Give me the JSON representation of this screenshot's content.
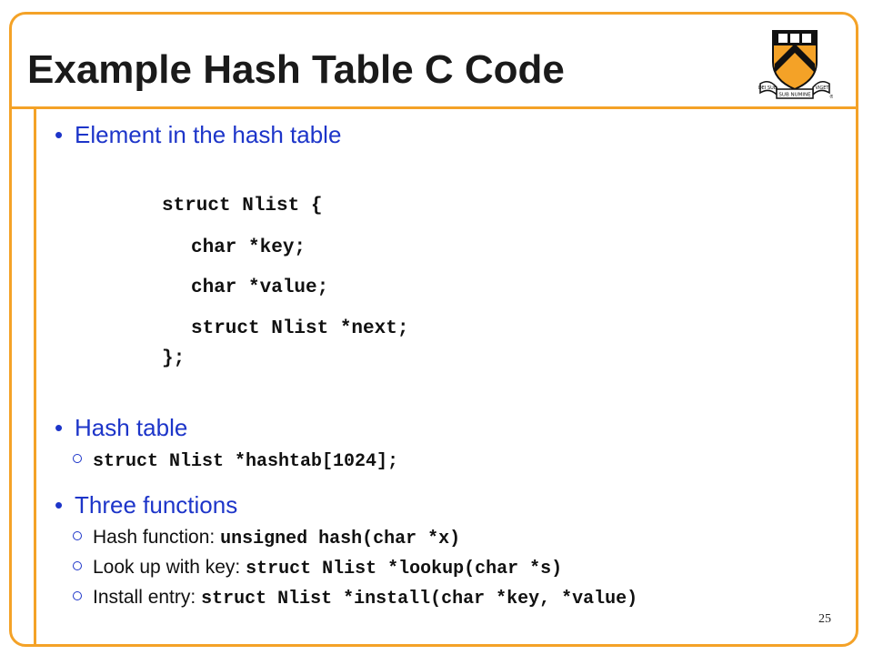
{
  "slide": {
    "title": "Example Hash Table C Code",
    "page_number": "25"
  },
  "logo": {
    "motto_left": "DEI SUB",
    "motto_middle": "SUB NUMINE",
    "motto_right": "VIGET",
    "shield_color": "#f4a227",
    "chevron_color": "#111111"
  },
  "bullets": [
    {
      "label": "Element in the hash table"
    },
    {
      "label": "Hash table"
    },
    {
      "label": "Three functions"
    }
  ],
  "struct_code": {
    "line1": "struct Nlist {",
    "line2": "char *key;",
    "line3": "char *value;",
    "line4": "struct Nlist *next;",
    "line5": "};"
  },
  "hash_table_sub": {
    "code": "struct Nlist *hashtab[1024];"
  },
  "functions": [
    {
      "label": "Hash function: ",
      "code": "unsigned hash(char *x)"
    },
    {
      "label": "Look up with key: ",
      "code": "struct Nlist *lookup(char *s)"
    },
    {
      "label": "Install entry: ",
      "code": "struct Nlist *install(char *key, *value)"
    }
  ],
  "colors": {
    "accent": "#f4a227",
    "bullet_text": "#1d35c9"
  }
}
